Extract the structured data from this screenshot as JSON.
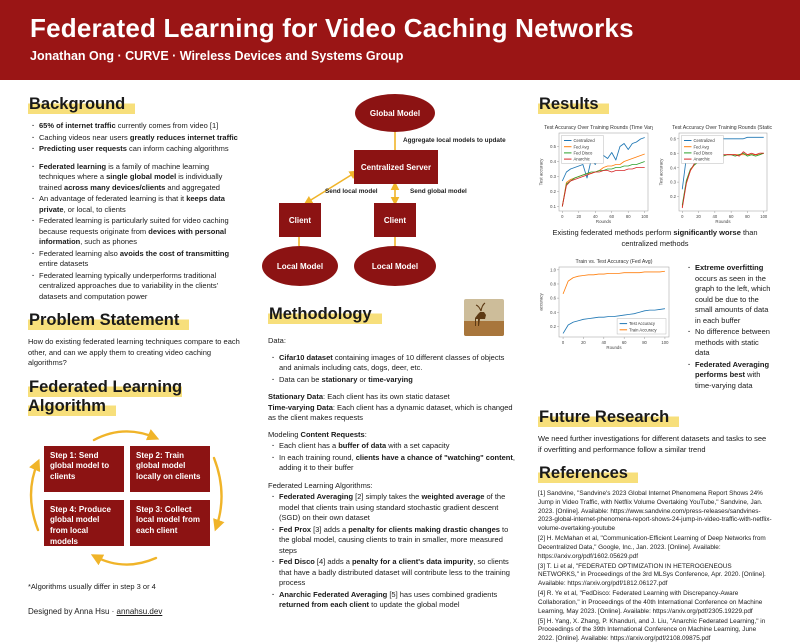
{
  "colors": {
    "brand_red": "#9a1515",
    "box_red": "#8c1313",
    "highlight_yellow": "#f7df7b",
    "arrow_gold": "#f0b429",
    "series_blue": "#1f77b4",
    "series_orange": "#ff7f0e",
    "series_green": "#2ca02c",
    "series_red": "#d62728"
  },
  "header": {
    "title": "Federated Learning for Video Caching Networks",
    "subtitle": "Jonathan Ong · CURVE · Wireless Devices and Systems Group"
  },
  "background": {
    "heading": "Background",
    "bullets_a": [
      "**65% of internet traffic** currently comes from video [1]",
      "Caching videos near users **greatly reduces internet traffic**",
      "**Predicting user requests** can inform caching algorithms"
    ],
    "bullets_b": [
      "**Federated learning** is a family of machine learning techniques where a **single global model** is individually trained **across many devices/clients** and aggregated",
      "An advantage of federated learning is that it **keeps data private**, or local, to clients",
      "Federated learning is particularly suited for video caching because requests originate from **devices with personal information**, such as phones",
      "Federated learning also **avoids the cost of transmitting** entire datasets",
      "Federated learning typically underperforms traditional centralized approaches due to variability in the clients' datasets and computation power"
    ]
  },
  "problem_statement": {
    "heading": "Problem Statement",
    "text": "How do existing federated learning techniques compare to each other, and can we apply them to creating video caching algorithms?"
  },
  "fl_algorithm": {
    "heading": "Federated Learning Algorithm",
    "steps": [
      "Step 1: Send global model to clients",
      "Step 2: Train global model locally on clients",
      "Step 3: Collect local model from each client",
      "Step 4: Produce global model from local models"
    ],
    "footnote": "*Algorithms usually differ in step 3 or 4"
  },
  "credit": {
    "text": "Designed by Anna Hsu · ",
    "link": "annahsu.dev"
  },
  "diagram": {
    "global_model": "Global Model",
    "server": "Centralized Server",
    "client_left": "Client",
    "client_right": "Client",
    "local_model_left": "Local Model",
    "local_model_right": "Local Model",
    "label_aggregate": "Aggregate local models to update",
    "label_send_local": "Send local model",
    "label_send_global": "Send global model"
  },
  "methodology": {
    "heading": "Methodology",
    "deer_image": "deer-photo",
    "data_label": "Data:",
    "data_bullets": [
      "**Cifar10 dataset** containing images of 10 different classes of objects and animals including cats, dogs, deer, etc.",
      "Data can be **stationary** or **time-varying**"
    ],
    "stationary": "**Stationary Data**: Each client has its own static dataset",
    "time_varying": "**Time-varying Data**: Each client has a dynamic dataset, which is changed as the client makes requests",
    "modeling_label": "Modeling **Content Requests**:",
    "modeling_bullets": [
      "Each client has a **buffer of data** with a set capacity",
      "In each training round, **clients have a chance of \"watching\" content**, adding it to their buffer"
    ],
    "fl_label": "Federated Learning Algorithms:",
    "fl_bullets": [
      "**Federated Averaging** [2] simply takes the **weighted average** of the model that clients train using standard stochastic gradient descent (SGD) on their own dataset",
      "**Fed Prox** [3] adds a **penalty for clients making drastic changes** to the global model, causing clients to train in smaller, more measured steps",
      "**Fed Disco** [4] adds a **penalty for a client's data impurity**, so clients that have a badly distributed dataset will contribute less to the training process",
      "**Anarchic Federated Averaging** [5] has uses combined gradients **returned from each client** to update the global model"
    ]
  },
  "results": {
    "heading": "Results",
    "caption": "Existing federated methods perform **significantly worse** than centralized methods",
    "bullets": [
      "**Extreme overfitting** occurs as seen in the graph to the left, which could be due to the small amounts of data in each buffer",
      "No difference between methods with static data",
      "**Federated Averaging performs best** with time-varying data"
    ]
  },
  "future_research": {
    "heading": "Future Research",
    "text": "We need further investigations for different datasets and tasks to see if overfitting and performance follow a similar trend"
  },
  "references": {
    "heading": "References",
    "items": [
      "[1] Sandvine, \"Sandvine's 2023 Global Internet Phenomena Report Shows 24% Jump in Video Traffic, with Netflix Volume Overtaking YouTube,\" Sandvine, Jan. 2023. [Online]. Available: https://www.sandvine.com/press-releases/sandvines-2023-global-internet-phenomena-report-shows-24-jump-in-video-traffic-with-netflix-volume-overtaking-youtube",
      "[2] H. McMahan et al, \"Communication-Efficient Learning of Deep Networks from Decentralized Data,\" Google, Inc., Jan. 2023. [Online]. Available: https://arxiv.org/pdf/1602.05629.pdf",
      "[3] T. Li et al, \"FEDERATED OPTIMIZATION IN HETEROGENEOUS NETWORKS,\" in Proceedings of the 3rd MLSys Conference, Apr. 2020. [Online]. Available: https://arxiv.org/pdf/1812.06127.pdf",
      "[4] R. Ye et al, \"FedDisco: Federated Learning with Discrepancy-Aware Collaboration,\" in Proceedings of the 40th International Conference on Machine Learning, May 2023. [Online]. Available: https://arxiv.org/pdf/2305.19229.pdf",
      "[5] H. Yang, X. Zhang, P. Khanduri, and J. Liu, \"Anarchic Federated Learning,\" in Proceedings of the 39th International Conference on Machine Learning, June 2022. [Online]. Available: https://arxiv.org/pdf/2108.09875.pdf"
    ]
  },
  "chart_data": [
    {
      "type": "line",
      "title": "Test Accuracy Over Training Rounds (Time Varying)",
      "xlabel": "Rounds",
      "ylabel": "Test accuracy",
      "xlim": [
        -4,
        104
      ],
      "ylim": [
        0.07,
        0.59
      ],
      "xticks": [
        0,
        20,
        40,
        60,
        80,
        100
      ],
      "yticks": [
        0.1,
        0.2,
        0.3,
        0.4,
        0.5
      ],
      "legend_pos": "tl",
      "x": [
        0,
        5,
        10,
        15,
        20,
        25,
        30,
        35,
        40,
        45,
        50,
        55,
        60,
        65,
        70,
        75,
        80,
        85,
        90,
        95,
        100
      ],
      "series": [
        {
          "name": "Centralized",
          "color": "#1f77b4",
          "values": [
            0.27,
            0.33,
            0.35,
            0.36,
            0.37,
            0.38,
            0.29,
            0.41,
            0.38,
            0.43,
            0.44,
            0.42,
            0.46,
            0.41,
            0.5,
            0.52,
            0.48,
            0.52,
            0.53,
            0.55,
            0.56
          ]
        },
        {
          "name": "Fed Avg",
          "color": "#ff7f0e",
          "values": [
            0.1,
            0.26,
            0.28,
            0.29,
            0.3,
            0.31,
            0.32,
            0.32,
            0.33,
            0.34,
            0.36,
            0.37,
            0.37,
            0.38,
            0.38,
            0.4,
            0.41,
            0.42,
            0.43,
            0.44,
            0.45
          ]
        },
        {
          "name": "Fed Disco",
          "color": "#2ca02c",
          "values": [
            0.1,
            0.25,
            0.27,
            0.29,
            0.3,
            0.31,
            0.32,
            0.33,
            0.33,
            0.34,
            0.34,
            0.35,
            0.35,
            0.36,
            0.36,
            0.37,
            0.37,
            0.38,
            0.38,
            0.39,
            0.4
          ]
        },
        {
          "name": "Anarchic",
          "color": "#d62728",
          "values": [
            0.1,
            0.24,
            0.27,
            0.28,
            0.29,
            0.3,
            0.31,
            0.32,
            0.33,
            0.33,
            0.34,
            0.34,
            0.33,
            0.34,
            0.34,
            0.34,
            0.35,
            0.35,
            0.36,
            0.36,
            0.36
          ]
        }
      ]
    },
    {
      "type": "line",
      "title": "Test Accuracy Over Training Rounds (Static)",
      "xlabel": "Rounds",
      "ylabel": "Test accuracy",
      "xlim": [
        -4,
        104
      ],
      "ylim": [
        0.1,
        0.64
      ],
      "xticks": [
        0,
        20,
        40,
        60,
        80,
        100
      ],
      "yticks": [
        0.2,
        0.3,
        0.4,
        0.5,
        0.6
      ],
      "legend_pos": "tl",
      "x": [
        0,
        5,
        10,
        15,
        20,
        25,
        30,
        35,
        40,
        45,
        50,
        55,
        60,
        65,
        70,
        75,
        80,
        85,
        90,
        95,
        100
      ],
      "series": [
        {
          "name": "Centralized",
          "color": "#1f77b4",
          "values": [
            0.25,
            0.47,
            0.54,
            0.57,
            0.58,
            0.58,
            0.59,
            0.59,
            0.6,
            0.6,
            0.6,
            0.6,
            0.6,
            0.6,
            0.6,
            0.6,
            0.61,
            0.61,
            0.61,
            0.61,
            0.61
          ]
        },
        {
          "name": "Fed Avg",
          "color": "#ff7f0e",
          "values": [
            0.13,
            0.3,
            0.38,
            0.42,
            0.44,
            0.45,
            0.46,
            0.47,
            0.47,
            0.48,
            0.48,
            0.49,
            0.49,
            0.49,
            0.49,
            0.49,
            0.49,
            0.49,
            0.49,
            0.49,
            0.5
          ]
        },
        {
          "name": "Fed Disco",
          "color": "#2ca02c",
          "values": [
            0.14,
            0.31,
            0.39,
            0.42,
            0.44,
            0.46,
            0.46,
            0.47,
            0.48,
            0.48,
            0.48,
            0.49,
            0.49,
            0.48,
            0.49,
            0.5,
            0.48,
            0.49,
            0.48,
            0.49,
            0.5
          ]
        },
        {
          "name": "Anarchic",
          "color": "#d62728",
          "values": [
            0.12,
            0.29,
            0.38,
            0.43,
            0.45,
            0.46,
            0.47,
            0.47,
            0.48,
            0.48,
            0.49,
            0.49,
            0.49,
            0.49,
            0.48,
            0.51,
            0.49,
            0.5,
            0.49,
            0.5,
            0.5
          ]
        }
      ]
    },
    {
      "type": "line",
      "title": "Train vs. Test Accuracy (Fed Avg)",
      "xlabel": "Rounds",
      "ylabel": "accuracy",
      "xlim": [
        -4,
        104
      ],
      "ylim": [
        0.05,
        1.04
      ],
      "xticks": [
        0,
        20,
        40,
        60,
        80,
        100
      ],
      "yticks": [
        0.2,
        0.4,
        0.6,
        0.8,
        1.0
      ],
      "legend_pos": "br",
      "x": [
        0,
        5,
        10,
        15,
        20,
        25,
        30,
        35,
        40,
        45,
        50,
        55,
        60,
        65,
        70,
        75,
        80,
        85,
        90,
        95,
        100
      ],
      "series": [
        {
          "name": "Test Accuracy",
          "color": "#1f77b4",
          "values": [
            0.1,
            0.22,
            0.26,
            0.28,
            0.3,
            0.31,
            0.32,
            0.33,
            0.33,
            0.34,
            0.34,
            0.35,
            0.36,
            0.37,
            0.38,
            0.4,
            0.42,
            0.43,
            0.43,
            0.44,
            0.45
          ]
        },
        {
          "name": "Train Accuracy",
          "color": "#ff7f0e",
          "values": [
            0.66,
            0.84,
            0.89,
            0.91,
            0.92,
            0.93,
            0.93,
            0.94,
            0.94,
            0.95,
            0.95,
            0.95,
            0.96,
            0.96,
            0.96,
            0.96,
            0.97,
            0.97,
            0.97,
            0.97,
            0.98
          ]
        }
      ]
    }
  ]
}
